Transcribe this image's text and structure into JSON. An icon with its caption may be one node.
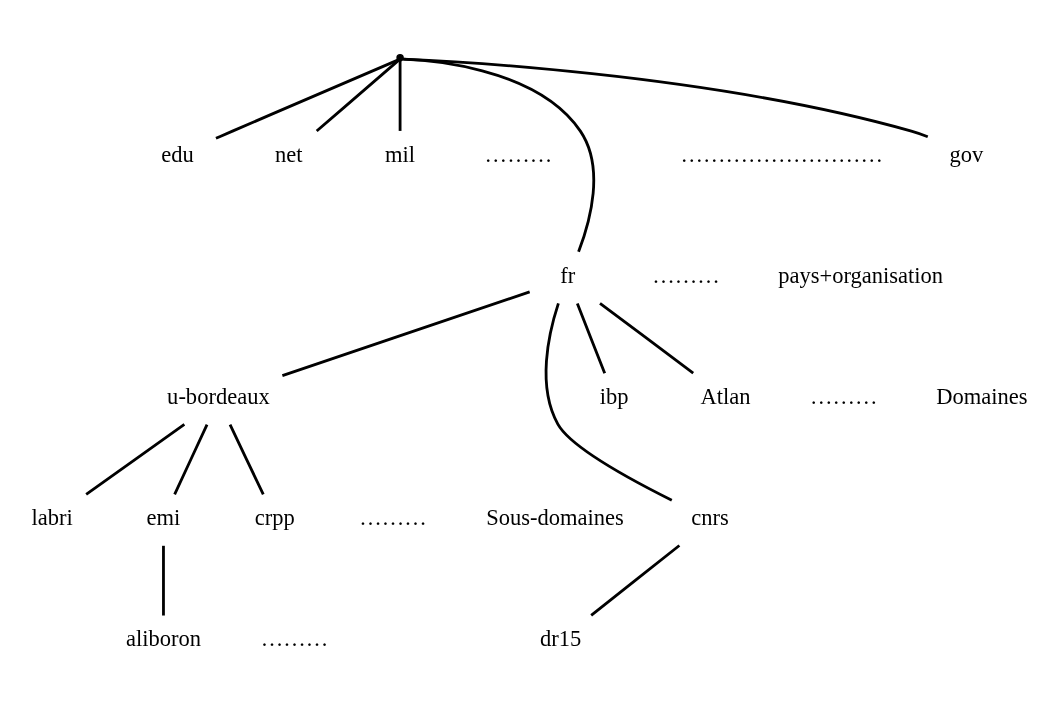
{
  "diagram": {
    "nodes": [
      {
        "text": [],
        "shape": "point"
      },
      {
        "text": [
          "gov"
        ]
      },
      {
        "text": [
          "edu"
        ]
      },
      {
        "text": [
          "net"
        ]
      },
      {
        "text": [
          "mil"
        ]
      },
      {
        "text": [
          "fr"
        ]
      },
      {
        "text": [
          "u-bordeaux"
        ]
      },
      {
        "text": [
          "cnrs"
        ]
      },
      {
        "text": [
          "ibp"
        ]
      },
      {
        "text": [
          "Atlan"
        ]
      },
      {
        "text": [
          "labri"
        ]
      },
      {
        "text": [
          "emi"
        ]
      },
      {
        "text": [
          "crpp"
        ]
      },
      {
        "text": [
          "dr15"
        ]
      },
      {
        "text": [
          "aliboron"
        ]
      }
    ],
    "edges": [
      {
        "from": 0,
        "to": 1,
        "arrow": "none"
      },
      {
        "from": 0,
        "to": 2,
        "arrow": "none"
      },
      {
        "from": 0,
        "to": 3,
        "arrow": "none"
      },
      {
        "from": 0,
        "to": 4,
        "arrow": "none"
      },
      {
        "from": 0,
        "to": 5,
        "arrow": "none"
      },
      {
        "from": 5,
        "to": 6,
        "arrow": "none"
      },
      {
        "from": 5,
        "to": 7,
        "arrow": "none"
      },
      {
        "from": 5,
        "to": 8,
        "arrow": "none"
      },
      {
        "from": 5,
        "to": 9,
        "arrow": "none"
      },
      {
        "from": 6,
        "to": 10,
        "arrow": "none"
      },
      {
        "from": 6,
        "to": 11,
        "arrow": "none"
      },
      {
        "from": 6,
        "to": 12,
        "arrow": "none"
      },
      {
        "from": 7,
        "to": 13,
        "arrow": "none"
      },
      {
        "from": 11,
        "to": 14,
        "arrow": "none"
      }
    ],
    "labels": [
      "………",
      "………",
      "pays+organisation",
      "………………………",
      "Domaines",
      "………",
      "Sous-domaines",
      "………",
      "………"
    ]
  }
}
